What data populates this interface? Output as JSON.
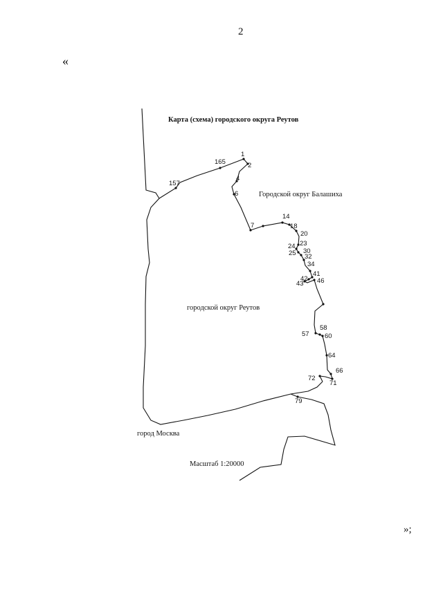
{
  "page": {
    "number": "2",
    "open_quote": "«",
    "close_quote": "»;"
  },
  "map": {
    "title": "Карта (схема)  городского округа Реутов",
    "labels": {
      "balashikha": "Городской округ Балашиха",
      "reutov": "городской округ Реутов",
      "moscow": "город Москва"
    },
    "scale": "Масштаб 1:20000",
    "points": [
      {
        "n": "1"
      },
      {
        "n": "2"
      },
      {
        "n": "4"
      },
      {
        "n": "6"
      },
      {
        "n": "7"
      },
      {
        "n": "14"
      },
      {
        "n": "18"
      },
      {
        "n": "20"
      },
      {
        "n": "23"
      },
      {
        "n": "24"
      },
      {
        "n": "25"
      },
      {
        "n": "30"
      },
      {
        "n": "32"
      },
      {
        "n": "34"
      },
      {
        "n": "41"
      },
      {
        "n": "42"
      },
      {
        "n": "43"
      },
      {
        "n": "46"
      },
      {
        "n": "57"
      },
      {
        "n": "58"
      },
      {
        "n": "60"
      },
      {
        "n": "64"
      },
      {
        "n": "66"
      },
      {
        "n": "71"
      },
      {
        "n": "72"
      },
      {
        "n": "79"
      },
      {
        "n": "157"
      },
      {
        "n": "165"
      }
    ]
  }
}
